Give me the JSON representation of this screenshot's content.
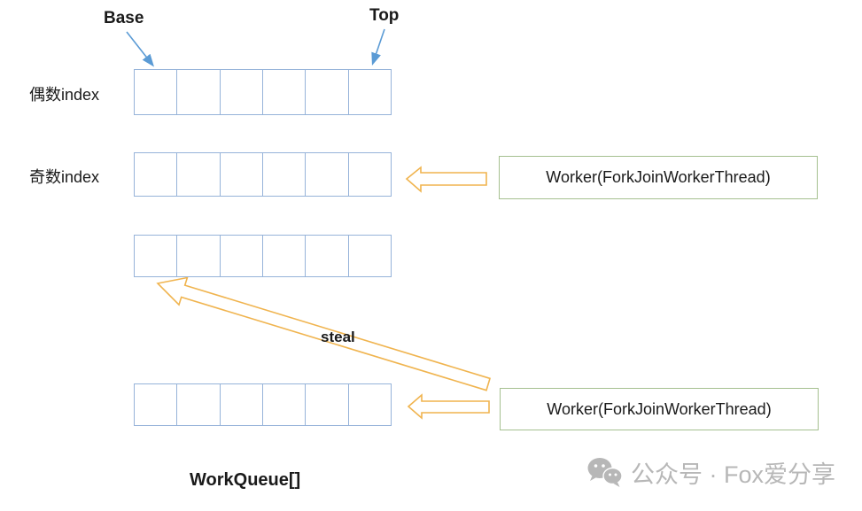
{
  "diagram": {
    "pointers": {
      "base": "Base",
      "top": "Top"
    },
    "row_labels": {
      "even": "偶数index",
      "odd": "奇数index"
    },
    "queue": {
      "rows": 4,
      "cells_per_row": 6
    },
    "workers": [
      {
        "label": "Worker(ForkJoinWorkerThread)"
      },
      {
        "label": "Worker(ForkJoinWorkerThread)"
      }
    ],
    "steal_label": "steal",
    "caption": "WorkQueue[]",
    "colors": {
      "cell_border": "#96B3D9",
      "pointer_arrow": "#5B9BD5",
      "worker_border": "#A5C08F",
      "steal_arrow": "#F0B44F",
      "text": "#1a1a1a",
      "watermark": "#b7b7b7"
    }
  },
  "watermark": {
    "icon": "wechat-icon",
    "text": "公众号 · Fox爱分享"
  }
}
